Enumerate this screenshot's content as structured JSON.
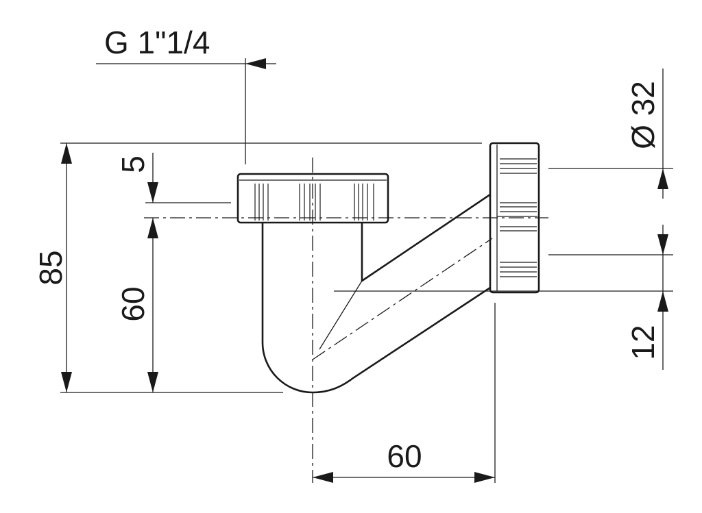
{
  "drawing": {
    "thread_label": "G 1\"1/4",
    "diameter_label": "Ø 32",
    "dim_total_height": "85",
    "dim_inlet_height": "60",
    "dim_gap": "5",
    "dim_horizontal": "60",
    "dim_outlet_offset": "12"
  }
}
